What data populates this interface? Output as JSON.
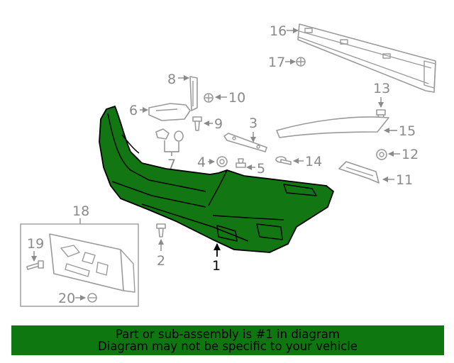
{
  "callouts": {
    "c1": "1",
    "c2": "2",
    "c3": "3",
    "c4": "4",
    "c5": "5",
    "c6": "6",
    "c7": "7",
    "c8": "8",
    "c9": "9",
    "c10": "10",
    "c11": "11",
    "c12": "12",
    "c13": "13",
    "c14": "14",
    "c15": "15",
    "c16": "16",
    "c17": "17",
    "c18": "18",
    "c19": "19",
    "c20": "20"
  },
  "highlighted_part": "1",
  "colors": {
    "highlight": "#127612",
    "banner": "#0f770f",
    "line": "#9a9a9a"
  },
  "banner": {
    "line1": "Part or sub-assembly is #1 in diagram",
    "line2": "Diagram may not be specific to your vehicle"
  }
}
